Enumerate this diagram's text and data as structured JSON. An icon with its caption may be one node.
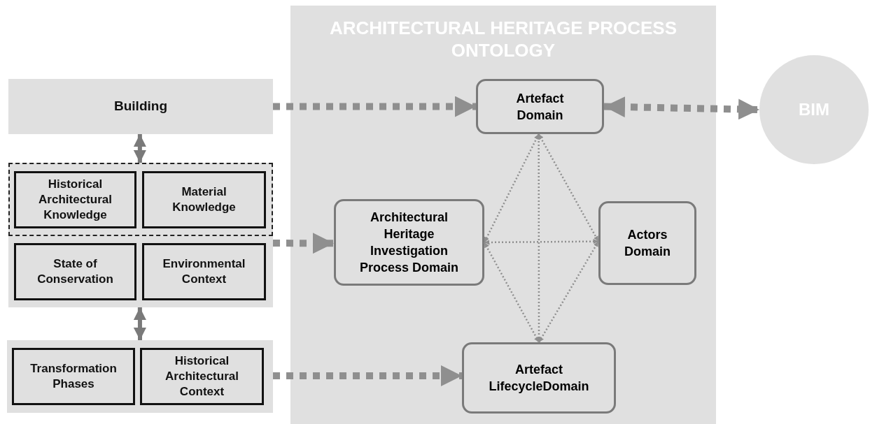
{
  "diagram": {
    "nodes": [
      {
        "text": [
          "ARCHITECTURAL HERITAGE PROCESS ONTOLOGY"
        ]
      },
      {
        "text": [
          "Artefact Domain"
        ],
        "in": 0
      },
      {
        "text": [
          "Architectural Heritage Investigation Process Domain"
        ],
        "in": 0
      },
      {
        "text": [
          "Actors Domain"
        ],
        "in": 0
      },
      {
        "text": [
          "Artefact LifecycleDomain"
        ],
        "in": 0
      },
      {
        "text": [
          "BIM"
        ]
      },
      {
        "text": [
          "Building"
        ]
      },
      {
        "text": [],
        "shape": "box"
      },
      {
        "text": [],
        "shape": "box",
        "in": 7
      },
      {
        "text": [
          "Historical Architectural Knowledge"
        ],
        "in": 8
      },
      {
        "text": [
          "Material Knowledge"
        ],
        "in": 8
      },
      {
        "text": [
          "State of Conservation"
        ],
        "in": 7
      },
      {
        "text": [
          "Environmental Context"
        ],
        "in": 7
      },
      {
        "text": [],
        "shape": "box"
      },
      {
        "text": [
          "Transformation Phases"
        ],
        "in": 13
      },
      {
        "text": [
          "Historical Architectural Context"
        ],
        "in": 13
      }
    ],
    "edges": [
      {
        "from": 6,
        "to": 1,
        "arrow": "to",
        "style": "dashed"
      },
      {
        "from": 1,
        "to": 5,
        "arrow": "both",
        "style": "dashed"
      },
      {
        "from": 7,
        "to": 2,
        "arrow": "to",
        "style": "dashed"
      },
      {
        "from": 13,
        "to": 4,
        "arrow": "to",
        "style": "dashed"
      },
      {
        "from": 6,
        "to": 7,
        "arrow": "both",
        "style": "thick"
      },
      {
        "from": 7,
        "to": 13,
        "arrow": "both",
        "style": "thick"
      },
      {
        "from": 1,
        "to": 2,
        "arrow": "both",
        "style": "dashed"
      },
      {
        "from": 1,
        "to": 3,
        "arrow": "both",
        "style": "dashed"
      },
      {
        "from": 1,
        "to": 4,
        "arrow": "both",
        "style": "dashed"
      },
      {
        "from": 2,
        "to": 3,
        "arrow": "both",
        "style": "dashed"
      },
      {
        "from": 2,
        "to": 4,
        "arrow": "both",
        "style": "dashed"
      },
      {
        "from": 3,
        "to": 4,
        "arrow": "both",
        "style": "dashed"
      }
    ]
  }
}
